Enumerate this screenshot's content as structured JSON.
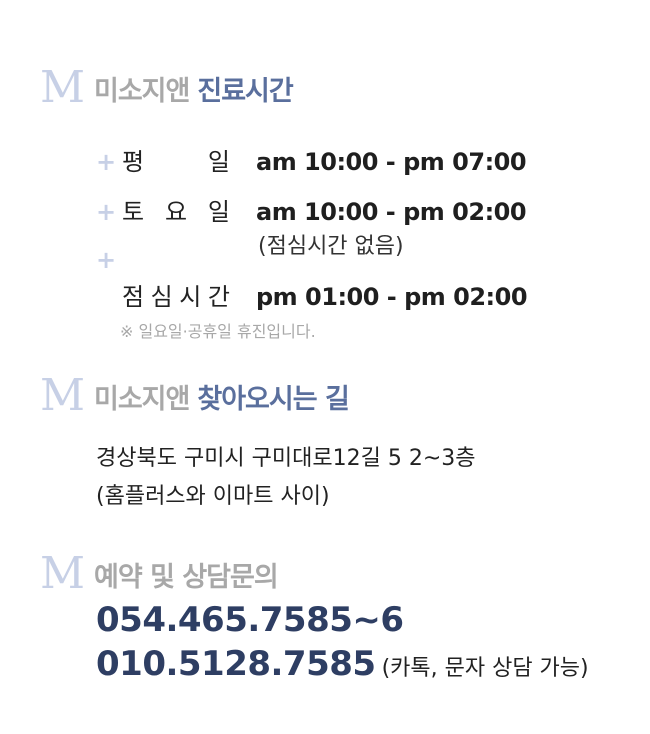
{
  "hours": {
    "m_mark": "M",
    "prefix": "미소지앤",
    "title": "진료시간",
    "rows": [
      {
        "plus": "+",
        "day": [
          "평",
          "일"
        ],
        "time": "am 10:00 - pm 07:00"
      },
      {
        "plus": "+",
        "day": [
          "토",
          "요",
          "일"
        ],
        "time": "am 10:00 - pm 02:00",
        "sub": "(점심시간 없음)"
      },
      {
        "plus": "+",
        "day": [
          "점",
          "심",
          "시",
          "간"
        ],
        "time": "pm 01:00 - pm 02:00"
      }
    ],
    "note": "※ 일요일·공휴일 휴진입니다."
  },
  "directions": {
    "m_mark": "M",
    "prefix": "미소지앤",
    "title": "찾아오시는 길",
    "line1": "경상북도 구미시 구미대로12길 5 2~3층",
    "line2": "(홈플러스와 이마트 사이)"
  },
  "contact": {
    "m_mark": "M",
    "title": "예약 및 상담문의",
    "phone1": "054.465.7585~6",
    "phone2": "010.5128.7585",
    "phone2_note": "(카톡, 문자 상담 가능)"
  },
  "colors": {
    "accent": "#5a6f9d",
    "m_icon": "#c7d0e6",
    "phone": "#2e3e63",
    "muted": "#a8a8a8"
  }
}
